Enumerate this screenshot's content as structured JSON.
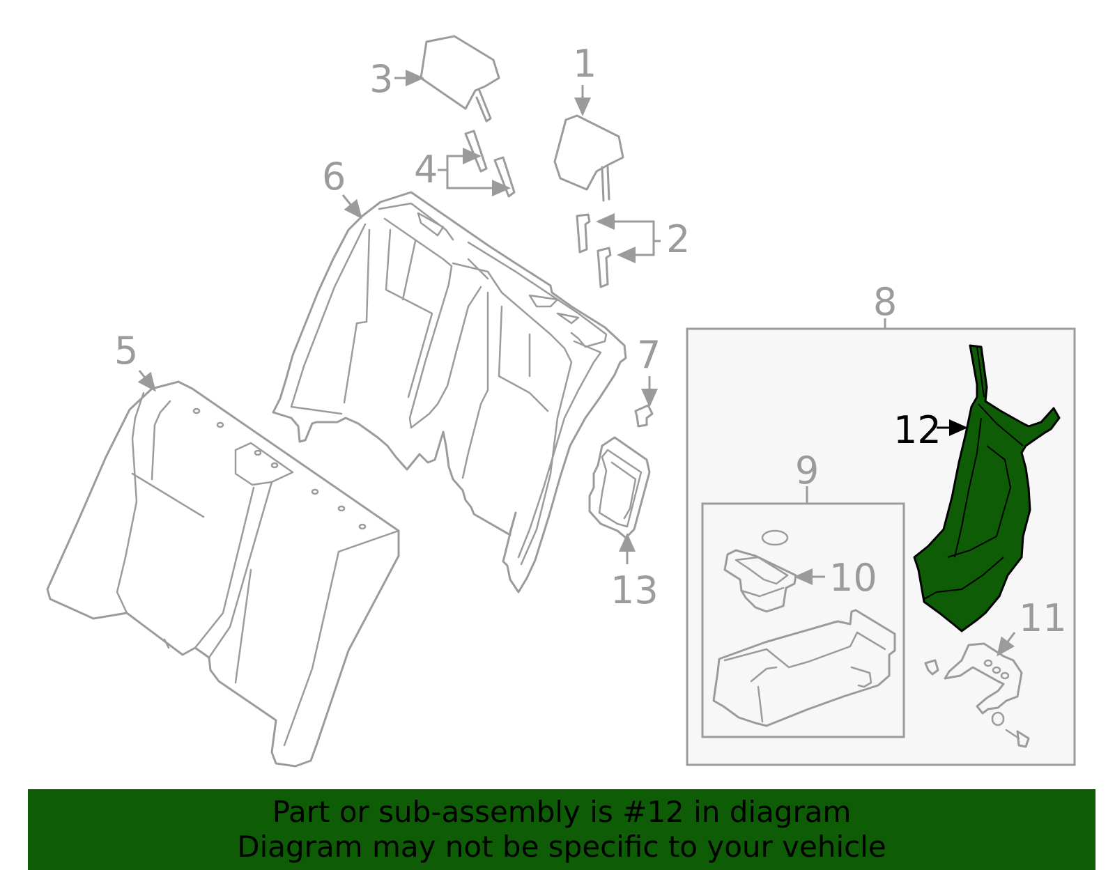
{
  "diagram": {
    "callouts": [
      {
        "id": "1",
        "label": "1"
      },
      {
        "id": "2",
        "label": "2"
      },
      {
        "id": "3",
        "label": "3"
      },
      {
        "id": "4",
        "label": "4"
      },
      {
        "id": "5",
        "label": "5"
      },
      {
        "id": "6",
        "label": "6"
      },
      {
        "id": "7",
        "label": "7"
      },
      {
        "id": "8",
        "label": "8"
      },
      {
        "id": "9",
        "label": "9"
      },
      {
        "id": "10",
        "label": "10"
      },
      {
        "id": "11",
        "label": "11"
      },
      {
        "id": "12",
        "label": "12",
        "highlighted": true
      },
      {
        "id": "13",
        "label": "13"
      }
    ]
  },
  "banner": {
    "line1": "Part or sub-assembly is #12 in diagram",
    "line2": "Diagram may not be specific to your vehicle"
  },
  "colors": {
    "highlight": "#0f5c06",
    "line": "#9b9b9b",
    "box_fill": "#f7f7f7",
    "banner_bg": "#0f5c06"
  }
}
